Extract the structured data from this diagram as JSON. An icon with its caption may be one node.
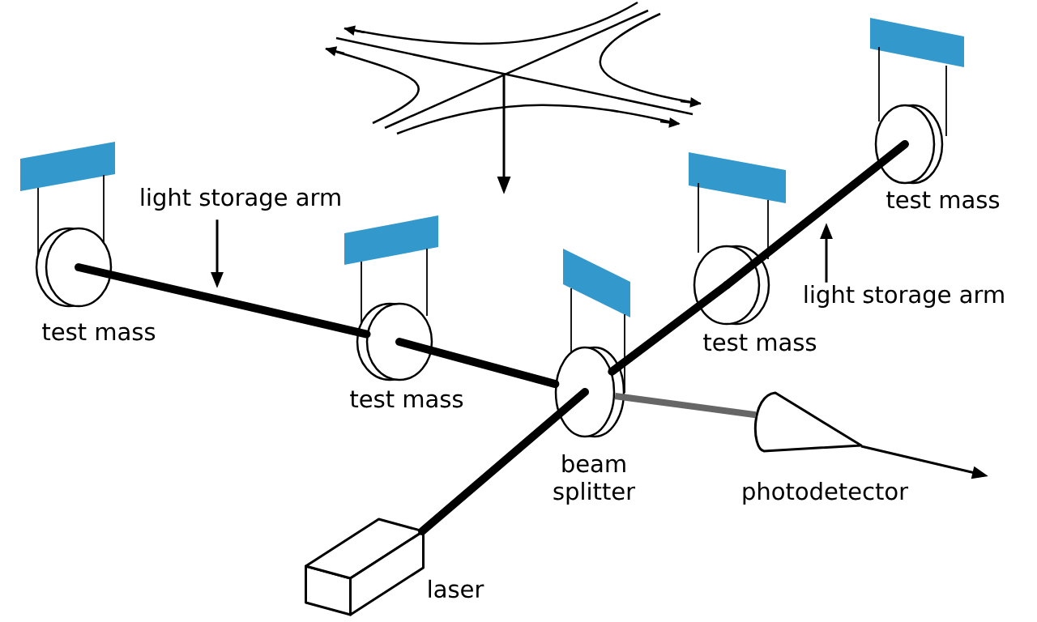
{
  "diagram": {
    "nodes": [
      {
        "text": [],
        "shape": "circle",
        "beside": [
          "test mass"
        ]
      },
      {
        "text": [],
        "shape": "circle",
        "beside": [
          "test mass"
        ]
      },
      {
        "text": [],
        "shape": "circle",
        "beside": [
          "beam splitter"
        ]
      },
      {
        "text": [],
        "shape": "circle",
        "beside": [
          "test mass"
        ]
      },
      {
        "text": [],
        "shape": "circle",
        "beside": [
          "test mass"
        ]
      },
      {
        "text": [],
        "shape": "box",
        "beside": [
          "laser"
        ]
      },
      {
        "text": [],
        "shape": "cone",
        "beside": [
          "photodetector"
        ]
      },
      {
        "text": [
          "light storage arm"
        ]
      },
      {
        "text": [
          "light storage arm"
        ]
      }
    ],
    "edges": [
      {
        "from": 0,
        "to": 1,
        "arrow": "none"
      },
      {
        "from": 1,
        "to": 2,
        "arrow": "none"
      },
      {
        "from": 2,
        "to": 3,
        "arrow": "none"
      },
      {
        "from": 3,
        "to": 4,
        "arrow": "none"
      },
      {
        "from": 5,
        "to": 2,
        "arrow": "none"
      },
      {
        "from": 2,
        "to": 6,
        "arrow": "none",
        "color": "#666666"
      },
      {
        "from": 6,
        "to": null,
        "arrow": "to"
      },
      {
        "from": 7,
        "to": null,
        "arrow": "to"
      },
      {
        "from": 8,
        "to": null,
        "arrow": "to"
      }
    ]
  }
}
